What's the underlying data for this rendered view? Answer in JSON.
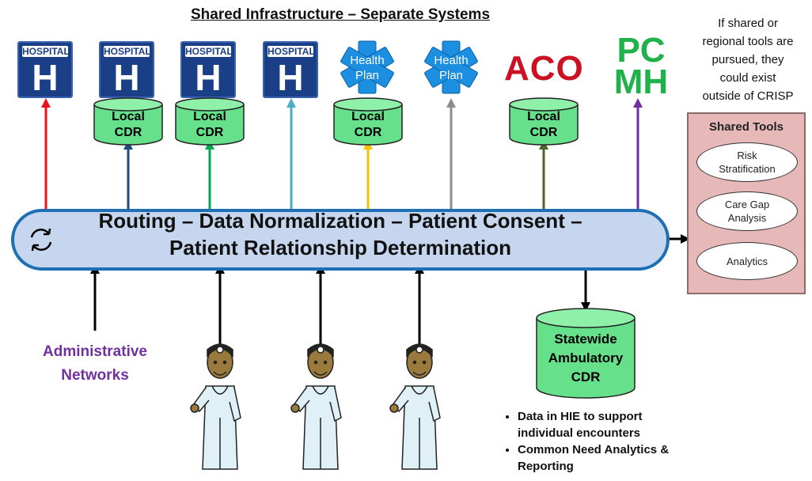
{
  "title": "Shared Infrastructure – Separate Systems",
  "hospital_label": "HOSPITAL",
  "hospital_letter": "H",
  "health_plan_label": [
    "Health",
    "Plan"
  ],
  "local_cdr": [
    "Local",
    "CDR"
  ],
  "aco": "ACO",
  "pcmh": [
    "PC",
    "MH"
  ],
  "bus": {
    "line1": "Routing – Data Normalization – Patient Consent –",
    "line2": "Patient Relationship Determination"
  },
  "administrative": [
    "Administrative",
    "Networks"
  ],
  "statewide_cdr": [
    "Statewide",
    "Ambulatory",
    "CDR"
  ],
  "bullets": [
    "Data in HIE to support individual encounters",
    "Common Need Analytics & Reporting"
  ],
  "shared_tools_note": [
    "If shared or",
    "regional tools are",
    "pursued, they",
    "could exist",
    "outside of CRISP"
  ],
  "shared_tools": {
    "title": "Shared Tools",
    "items": [
      [
        "Risk",
        "Stratification"
      ],
      [
        "Care Gap",
        "Analysis"
      ],
      [
        "Analytics"
      ]
    ]
  },
  "colors": {
    "arrow_hosp1": "#e8141b",
    "arrow_hosp2": "#1f497d",
    "arrow_hosp3": "#00a651",
    "arrow_hosp4": "#4bacc6",
    "arrow_plan1": "#f5c200",
    "arrow_plan2": "#8c8c8c",
    "arrow_aco": "#4f6228",
    "arrow_pcmh": "#7030a0",
    "bus_fill": "#c5d6ee",
    "bus_stroke": "#1f6fb5",
    "cylinder": "#66e08a",
    "aco": "#cc1122",
    "pcmh": "#1fb14a",
    "admin": "#7030a0"
  }
}
